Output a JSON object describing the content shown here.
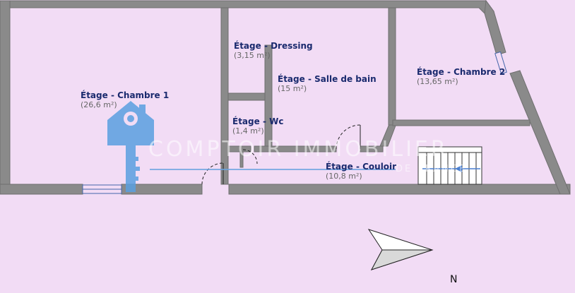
{
  "rooms": [
    {
      "name": "Étage - Chambre 1",
      "area": "(26,6 m²)"
    },
    {
      "name": "Étage - Dressing",
      "area": "(3,15 m²)"
    },
    {
      "name": "Étage - Salle de bain",
      "area": "(15 m²)"
    },
    {
      "name": "Étage - Chambre 2",
      "area": "(13,65 m²)"
    },
    {
      "name": "Étage - Wc",
      "area": "(1,4 m²)"
    },
    {
      "name": "Étage - Couloir",
      "area": "(10,8 m²)"
    }
  ],
  "watermark": {
    "text": "COMPTOIR IMMOBILIER",
    "subtext": "DE FRANCE"
  },
  "compass": {
    "label": "N"
  },
  "colors": {
    "wall": "#8a8a8a",
    "wall_stroke": "#6f6f6f",
    "room_fill": "#f2dcf5",
    "label": "#1a2a6e",
    "logo": "#5aa0e0"
  }
}
